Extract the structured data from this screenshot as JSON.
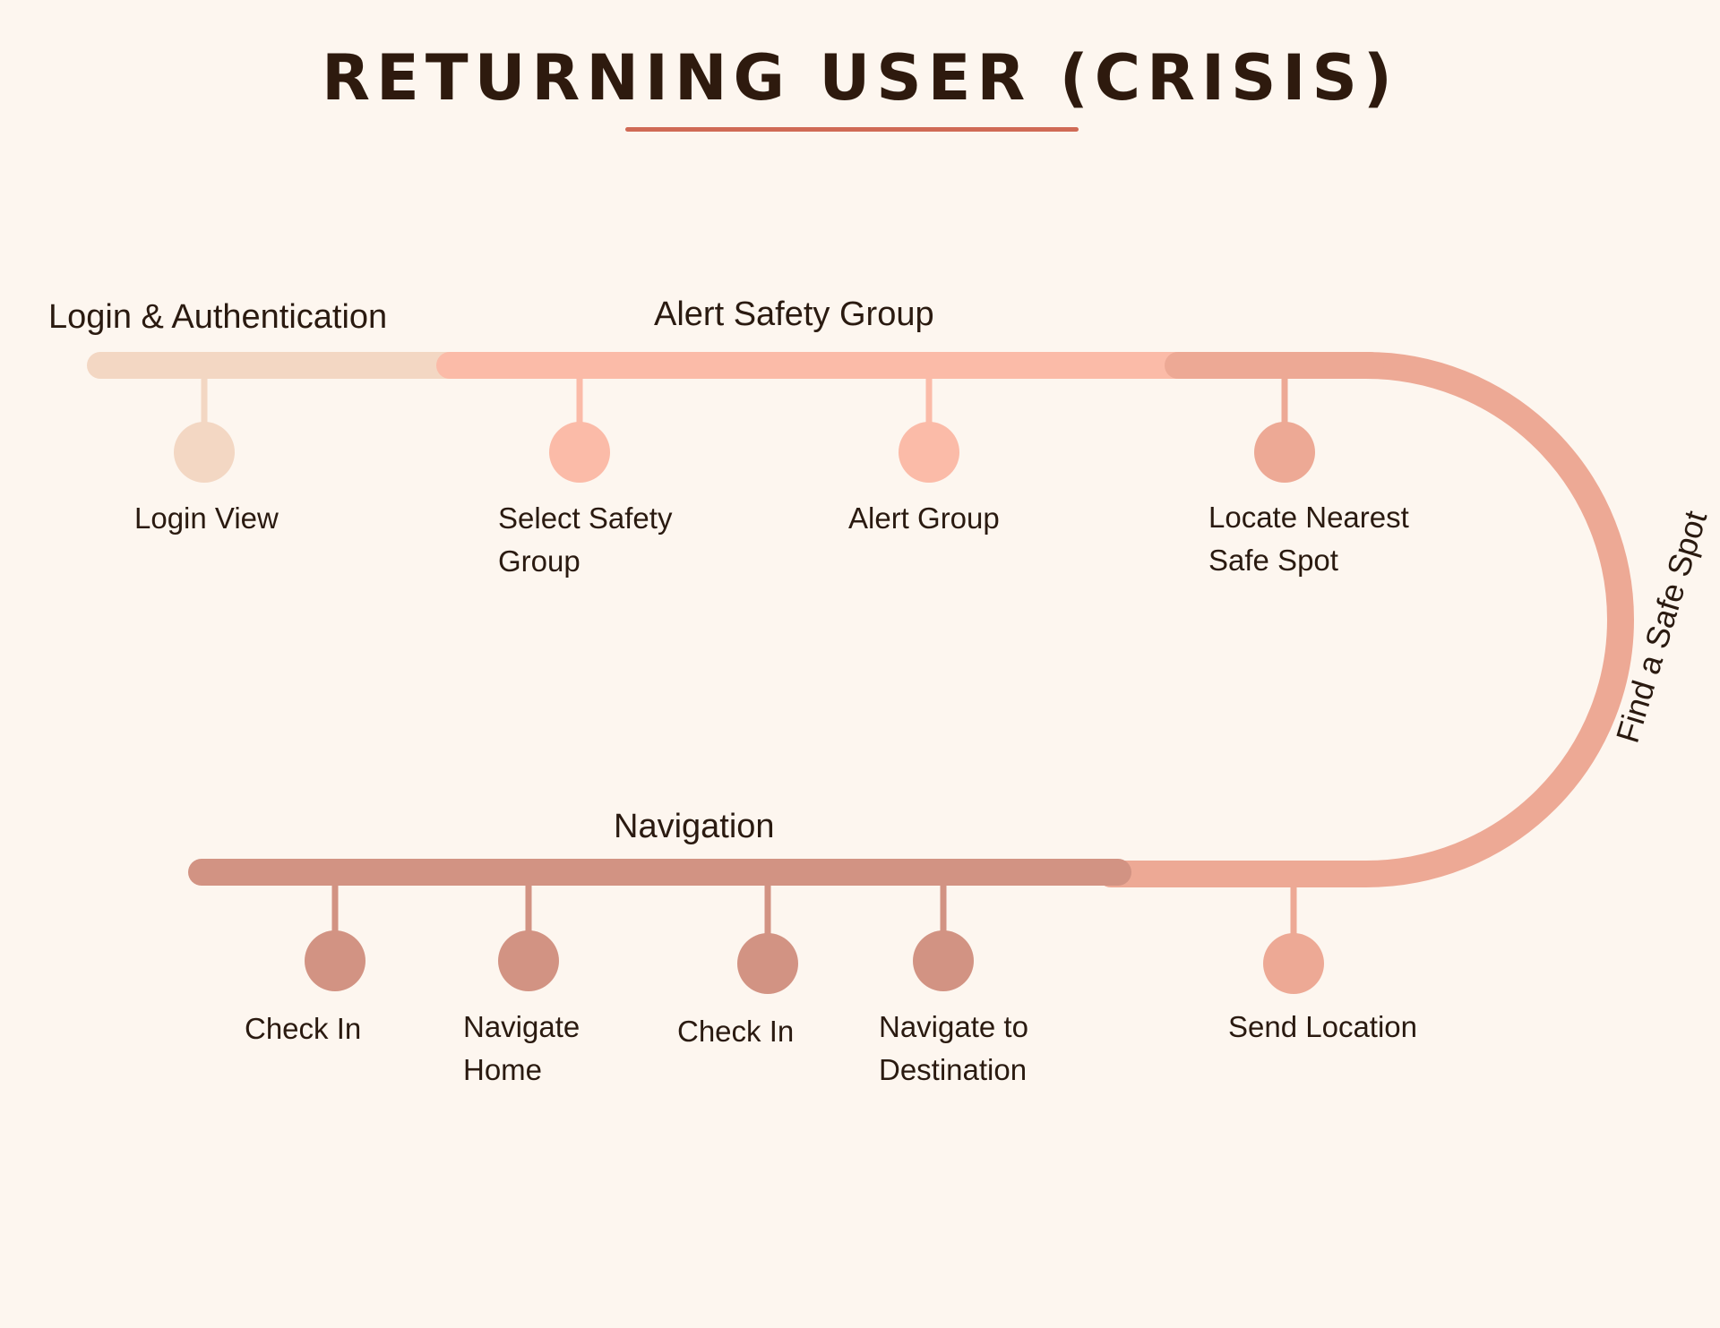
{
  "title": "RETURNING USER (CRISIS)",
  "colors": {
    "background": "#fdf6ef",
    "title_underline": "#d06a55",
    "login_phase": "#f3d7c3",
    "alert_phase": "#fbbba8",
    "find_phase": "#eda995",
    "navigation_phase": "#d29383"
  },
  "phases": {
    "login": "Login & Authentication",
    "alert": "Alert Safety Group",
    "find": "Find a Safe Spot",
    "navigation": "Navigation"
  },
  "steps": {
    "login_view": [
      "Login View"
    ],
    "select_safety_group": [
      "Select Safety",
      "Group"
    ],
    "alert_group": [
      "Alert Group"
    ],
    "locate_nearest_safe_spot": [
      "Locate Nearest",
      "Safe Spot"
    ],
    "send_location": [
      "Send Location"
    ],
    "navigate_to_destination": [
      "Navigate to",
      "Destination"
    ],
    "check_in_2": [
      "Check In"
    ],
    "navigate_home": [
      "Navigate",
      "Home"
    ],
    "check_in_1": [
      "Check In"
    ]
  }
}
